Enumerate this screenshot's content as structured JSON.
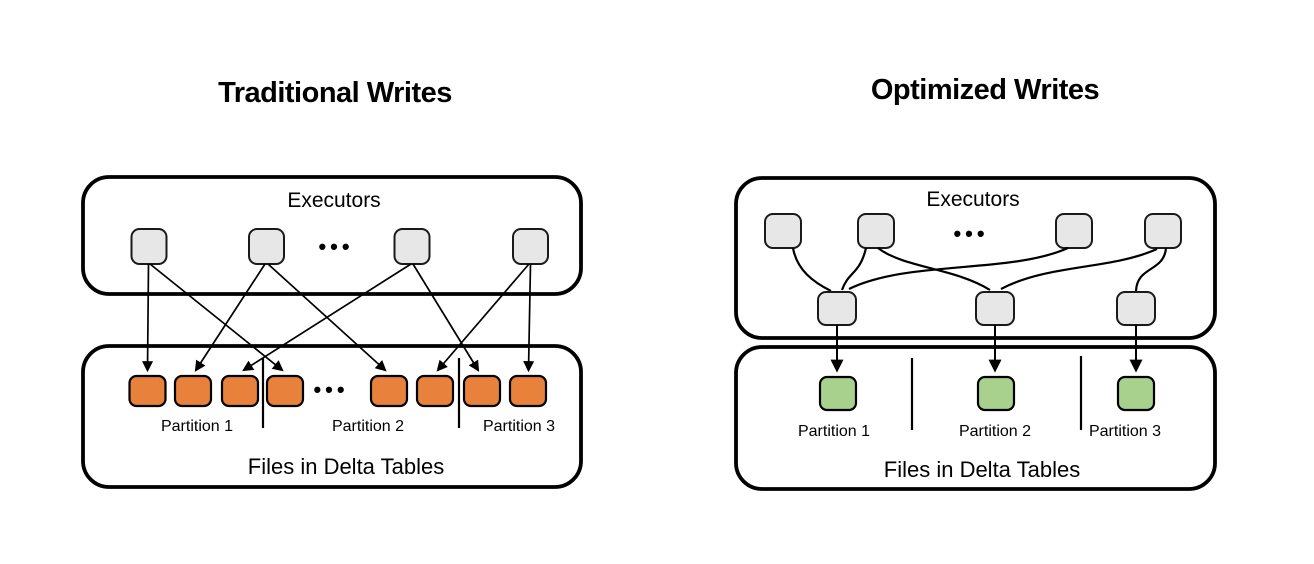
{
  "colors": {
    "background": "#ffffff",
    "box-stroke": "#000000",
    "node-fill": "#e8e7e7",
    "node-stroke": "#1a1a1a",
    "file-traditional-fill": "#e8813b",
    "file-optimized-fill": "#a9d18e",
    "line": "#000000",
    "text": "#000000"
  },
  "left_panel": {
    "title": "Traditional Writes",
    "executors_box": {
      "label": "Executors",
      "ellipsis": "•••"
    },
    "files_box": {
      "label": "Files in Delta Tables",
      "ellipsis": "•••",
      "partitions": [
        "Partition 1",
        "Partition 2",
        "Partition 3"
      ]
    }
  },
  "right_panel": {
    "title": "Optimized Writes",
    "executors_box": {
      "label": "Executors",
      "ellipsis": "•••"
    },
    "files_box": {
      "label": "Files in Delta Tables",
      "partitions": [
        "Partition 1",
        "Partition 2",
        "Partition 3"
      ]
    }
  }
}
